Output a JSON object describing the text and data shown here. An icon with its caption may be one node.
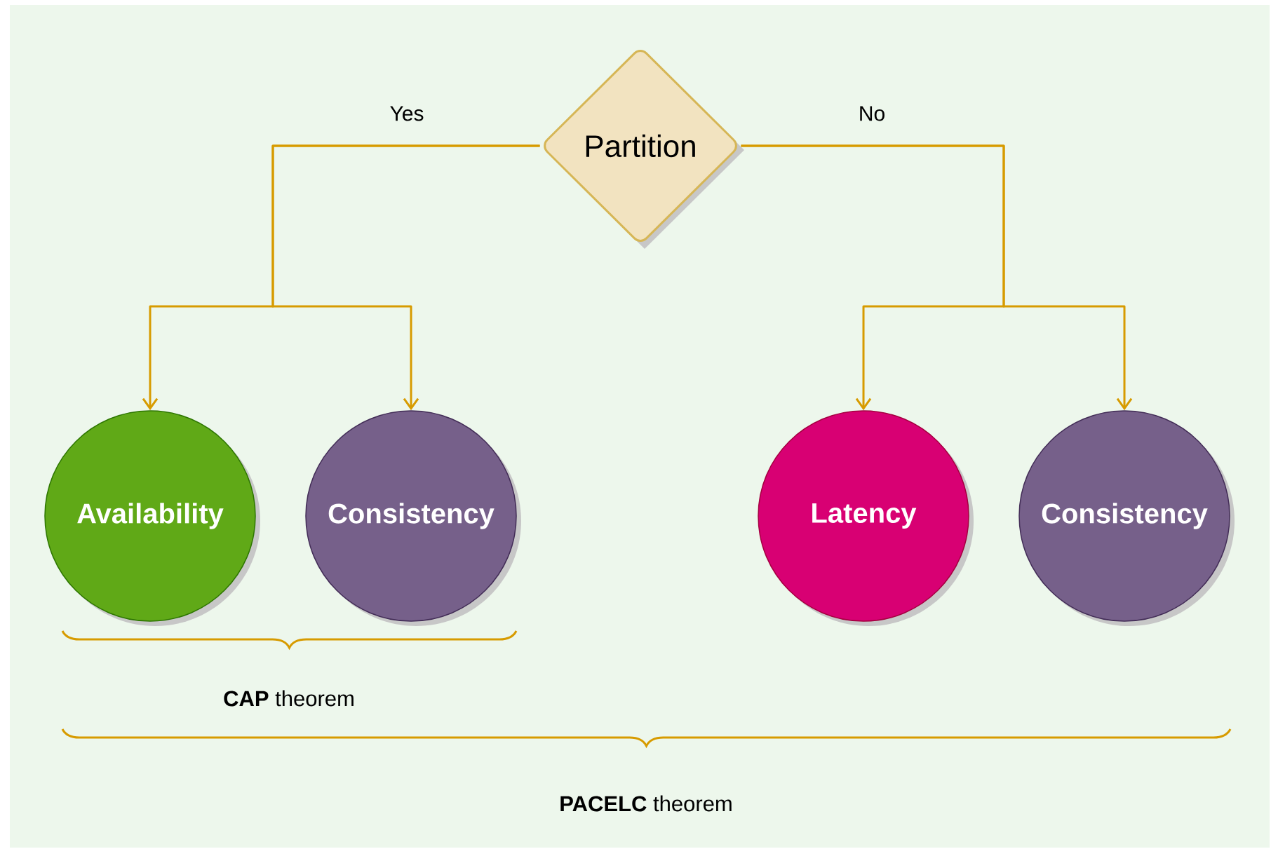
{
  "diagram": {
    "nodes": [
      {
        "text": [
          "Partition"
        ]
      },
      {
        "text": [
          "Availability"
        ]
      },
      {
        "text": [
          "Consistency"
        ]
      },
      {
        "text": [
          "Latency"
        ]
      },
      {
        "text": [
          "Consistency"
        ]
      }
    ],
    "edges": [
      {
        "from": 0,
        "to": 1,
        "arrow": "to",
        "label": "Yes"
      },
      {
        "from": 0,
        "to": 2,
        "arrow": "to"
      },
      {
        "from": 0,
        "to": 3,
        "arrow": "to",
        "label": "No"
      },
      {
        "from": 0,
        "to": 4,
        "arrow": "to"
      }
    ],
    "labels": [
      "**CAP** theorem",
      "**PACELC** theorem"
    ]
  }
}
